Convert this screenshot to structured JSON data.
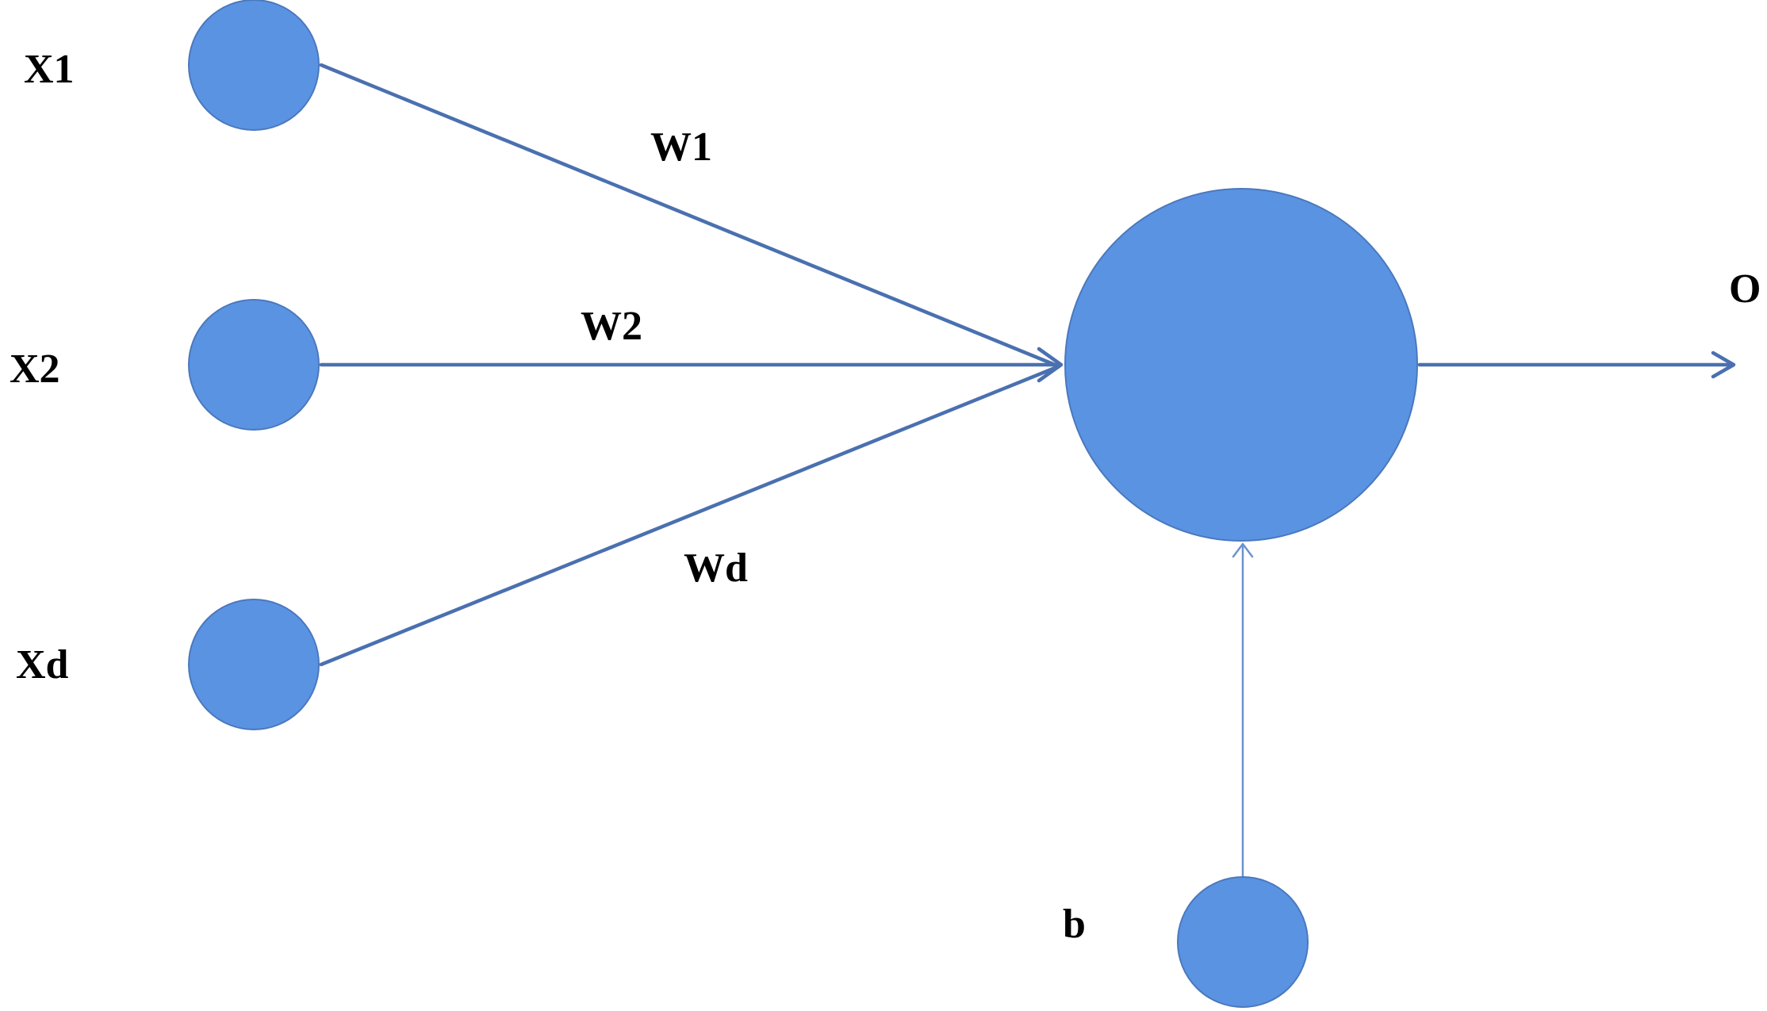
{
  "colors": {
    "node_fill": "#5b93e3",
    "node_stroke": "#4a78bd",
    "edge": "#4a70b0"
  },
  "inputs": [
    {
      "id": "x1",
      "label": "X1"
    },
    {
      "id": "x2",
      "label": "X2"
    },
    {
      "id": "xd",
      "label": "Xd"
    }
  ],
  "weights": [
    {
      "id": "w1",
      "label": "W1"
    },
    {
      "id": "w2",
      "label": "W2"
    },
    {
      "id": "wd",
      "label": "Wd"
    }
  ],
  "bias": {
    "label": "b"
  },
  "output": {
    "label": "O"
  }
}
